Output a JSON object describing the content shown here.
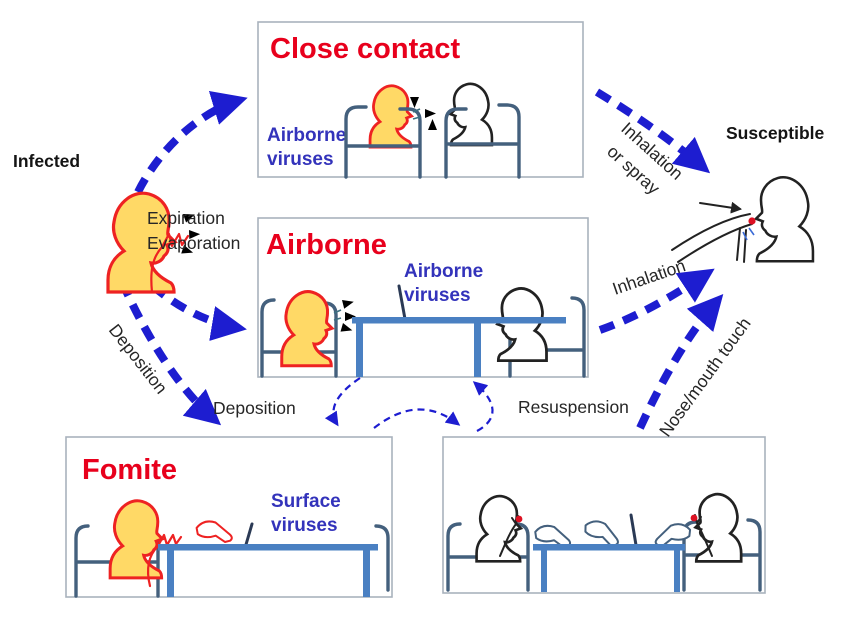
{
  "boxes": {
    "close_contact": {
      "title": "Close contact",
      "caption_line1": "Airborne",
      "caption_line2": "viruses"
    },
    "airborne": {
      "title": "Airborne",
      "caption_line1": "Airborne",
      "caption_line2": "viruses"
    },
    "fomite": {
      "title": "Fomite",
      "caption_line1": "Surface",
      "caption_line2": "viruses"
    }
  },
  "actors": {
    "infected_label": "Infected",
    "susceptible_label": "Susceptible"
  },
  "arrow_labels": {
    "expiration": "Expiration",
    "evaporation": "Evaporation",
    "deposition_infected_to_fomite": "Deposition",
    "deposition_airborne_to_fomite": "Deposition",
    "resuspension": "Resuspension",
    "inhalation_or_spray_line1": "Inhalation",
    "inhalation_or_spray_line2": "or spray",
    "inhalation": "Inhalation",
    "nose_mouth_touch": "Nose/mouth touch"
  },
  "colors": {
    "title-red": "#e8001c",
    "caption-blue": "#3333bb",
    "arrow-blue": "#1d1dd0",
    "skin-yellow": "#ffd966",
    "head-outline-red": "#ee2222",
    "head-outline-dark": "#222222",
    "furniture-blue": "#44607d",
    "table-blue": "#4a80c2",
    "box-border": "#a9b2bd",
    "label-dark": "#262626",
    "particle-teal": "#3c6f80",
    "touch-red": "#dd1122"
  }
}
